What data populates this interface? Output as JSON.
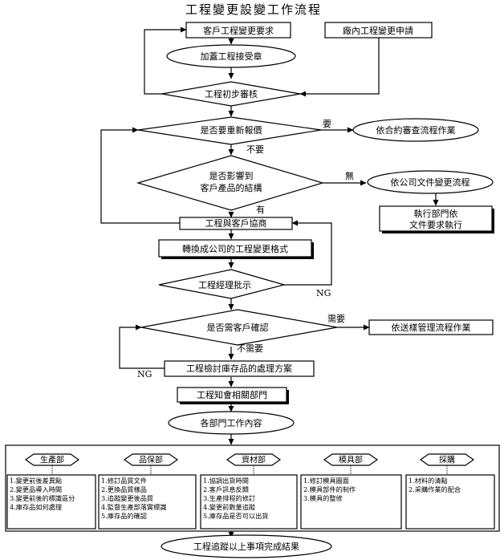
{
  "title": "工程變更設變工作流程",
  "nodes": {
    "customer_request": "客戶工程變更要求",
    "internal_request": "廠內工程變更申請",
    "stamp_accept": "加蓋工程接受章",
    "initial_review": "工程初步審核",
    "requote": "是否要重新報價",
    "contract_review": "依合約審查流程作業",
    "affect_structure_line1": "是否影響到",
    "affect_structure_line2": "客戶產品的結構",
    "company_doc_change": "依公司文件變更流程",
    "exec_dept_line1": "執行部門依",
    "exec_dept_line2": "文件要求執行",
    "negotiate": "工程與客戶協商",
    "convert_format": "轉換成公司的工程變更格式",
    "manager_approve": "工程經理批示",
    "need_confirm": "是否需客戶確認",
    "sample_process": "依送樣管理流程作業",
    "inventory_plan": "工程檢討庫存品的處理方案",
    "notify_depts": "工程知會相關部門",
    "dept_work": "各部門工作內容",
    "final": "工程追蹤以上事項完成結果"
  },
  "edge_labels": {
    "yes_requote": "要",
    "no_requote": "不要",
    "no_affect": "無",
    "has_affect": "有",
    "ng_manager": "NG",
    "need": "需要",
    "not_need": "不需要",
    "ng_inventory": "NG"
  },
  "departments": [
    {
      "name": "生產部",
      "tasks": [
        "1.變更前後差異點",
        "2.變更品導入時間",
        "3.變更前後的標識區分",
        "4.庫存品如何處理"
      ]
    },
    {
      "name": "品保部",
      "tasks": [
        "1.修訂品質文件",
        "2.更換品質樣品",
        "3.追蹤變更後品質",
        "4.監督生產部落實標識",
        "5.庫存品的確認"
      ]
    },
    {
      "name": "資材部",
      "tasks": [
        "1.協調出貨時間",
        "2.客戶訊息反饋",
        "3.生產排程的修訂",
        "4.變更前數量追蹤",
        "5.庫存品是否可以出貨"
      ]
    },
    {
      "name": "模具部",
      "tasks": [
        "1.修訂模具圖面",
        "2.模具部件的制作",
        "3.模具的整修"
      ]
    },
    {
      "name": "採購",
      "tasks": [
        "1.材料的清點",
        "2.采購作業的配合"
      ]
    }
  ]
}
